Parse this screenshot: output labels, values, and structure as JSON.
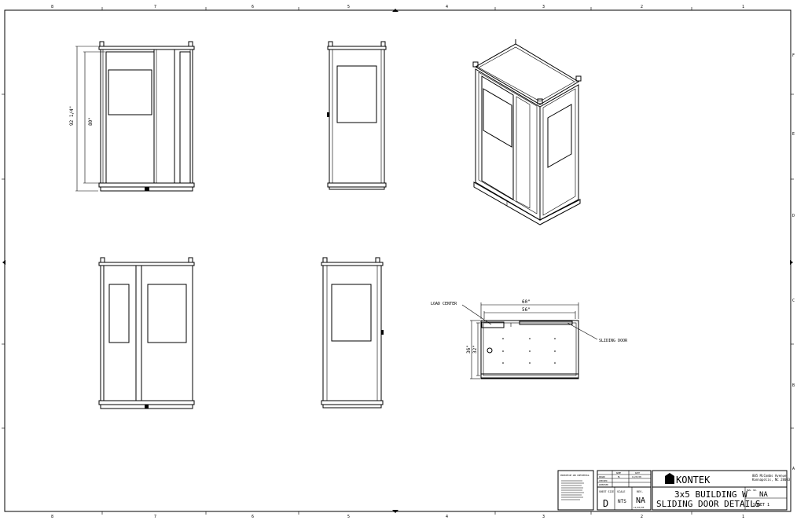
{
  "border": {
    "columns_top": [
      "8",
      "7",
      "6",
      "5",
      "4",
      "3",
      "2",
      "1"
    ],
    "columns_bottom": [
      "8",
      "7",
      "6",
      "5",
      "4",
      "3",
      "2",
      "1"
    ],
    "rows_right": [
      "F",
      "E",
      "D",
      "C",
      "B",
      "A"
    ]
  },
  "dimensions": {
    "front_overall_height": "92 1/4\"",
    "front_door_height": "80\"",
    "plan_outer_width": "60\"",
    "plan_inner_width": "56\"",
    "plan_outer_depth": "36\"",
    "plan_inner_depth": "32\""
  },
  "callouts": {
    "load_center": "LOAD CENTER",
    "sliding_door": "SLIDING DOOR"
  },
  "title_block": {
    "company": "KONTEK",
    "address_line1": "805 McCombs Avenue",
    "address_line2": "Kannapolis, NC 28083",
    "title_line1": "3x5 BUILDING W",
    "title_line2": "SLIDING DOOR DETAILS",
    "dwg_no_label": "DWG. NO.",
    "dwg_no": "NA",
    "sheet": "SHEET 1",
    "sheet_size_label": "SHEET SIZE",
    "sheet_size": "D",
    "scale_label": "SCALE",
    "scale": "NTS",
    "rev_label": "REV.",
    "rev": "NA",
    "rev_date": "11/03/05",
    "proprietary_heading": "PROPRIETARY AND CONFIDENTIAL",
    "name_label": "NAME",
    "date_label": "DATE",
    "drawn_label": "DRAWN",
    "checked_label": "CHECKED",
    "approved_label": "APPROVED",
    "drawn_by": "ML",
    "drawn_date": "11/03/05"
  }
}
